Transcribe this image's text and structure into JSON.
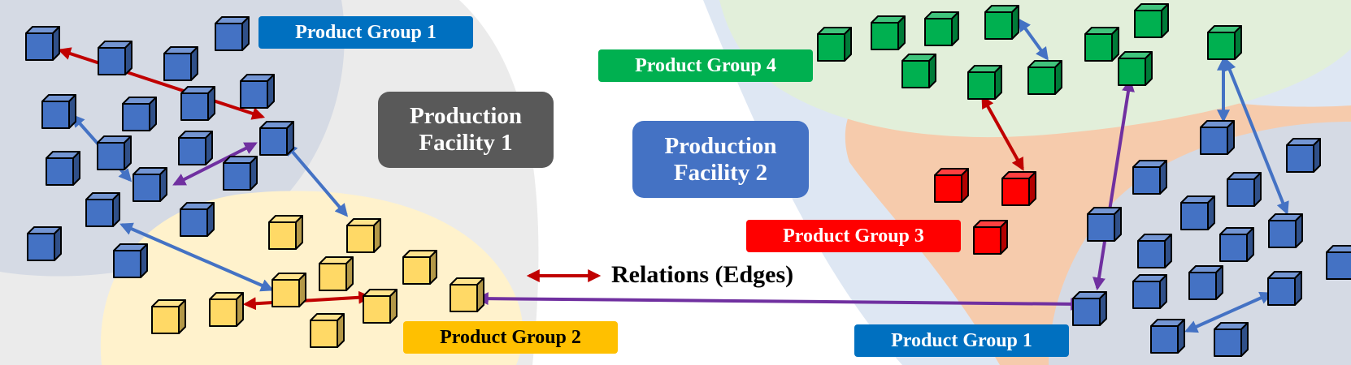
{
  "labels": {
    "pg1_left": "Product Group 1",
    "pg2": "Product Group 2",
    "pg3": "Product Group 3",
    "pg4": "Product Group 4",
    "pg1_right": "Product Group 1",
    "facility1": "Production Facility 1",
    "facility2": "Production Facility 2",
    "relations": "Relations (Edges)"
  },
  "colors": {
    "blue_node": "#4472C4",
    "yellow_node": "#FFD966",
    "green_node": "#00B050",
    "red_node": "#FF0000",
    "edge_red": "#C00000",
    "edge_blue": "#4472C4",
    "edge_purple": "#7030A0",
    "label_blue": "#0070C0",
    "label_yellow": "#FFC000",
    "label_green": "#00B050",
    "label_red": "#FF0000",
    "facility1_bg": "#595959",
    "facility2_bg": "#4472C4"
  }
}
